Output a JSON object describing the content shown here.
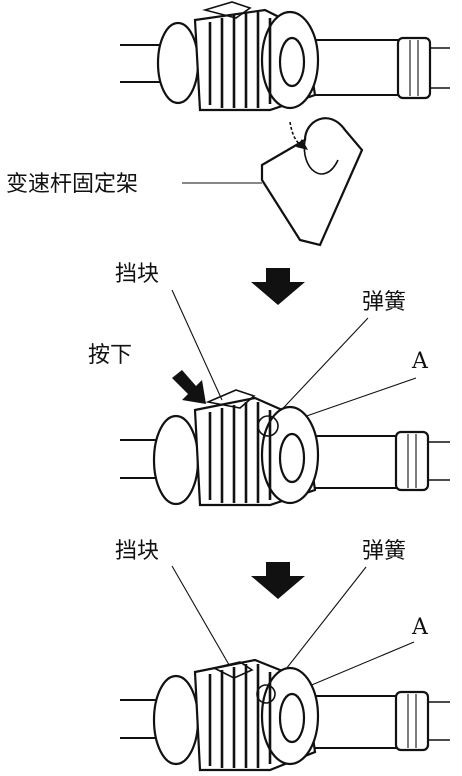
{
  "labels": {
    "bracket": "变速杆固定架",
    "stopper_top": "挡块",
    "spring_top": "弹簧",
    "press": "按下",
    "point_a_top": "A",
    "stopper_bottom": "挡块",
    "spring_bottom": "弹簧",
    "point_a_bottom": "A"
  },
  "colors": {
    "ink": "#111111",
    "background": "#ffffff"
  },
  "icons": {
    "step_arrow": "down-arrow-icon",
    "press_arrow": "press-arrow-icon",
    "rotate_arrow": "curved-arrow-icon"
  }
}
